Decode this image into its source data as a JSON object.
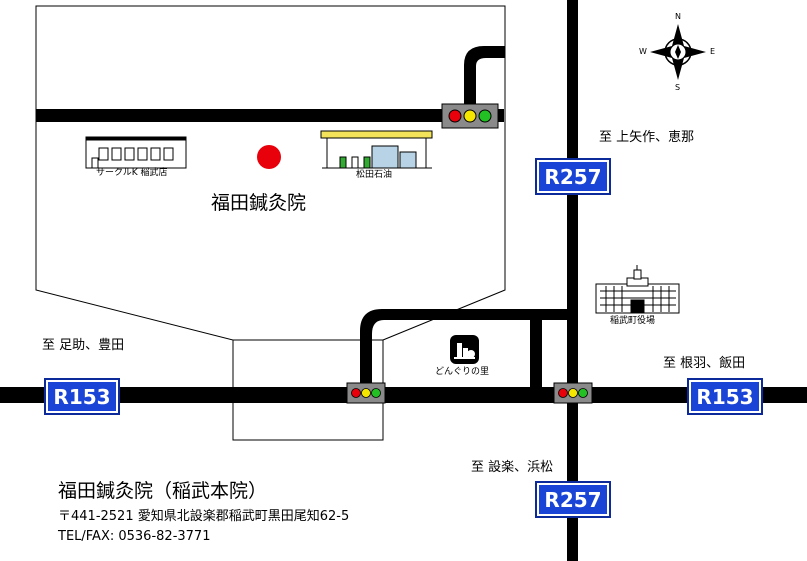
{
  "clinic_marker_label": "福田鍼灸院",
  "landmarks": {
    "circle_k": "サークルK 稲武店",
    "matsuda_oil": "松田石油",
    "town_office": "稲武町役場",
    "donguri": "どんぐりの里"
  },
  "directions": {
    "north": "至 上矢作、恵那",
    "west": "至 足助、豊田",
    "east": "至 根羽、飯田",
    "south": "至 設楽、浜松"
  },
  "routes": {
    "r257_upper": "R257",
    "r257_lower": "R257",
    "r153_left": "R153",
    "r153_right": "R153"
  },
  "compass": {
    "n": "N",
    "s": "S",
    "e": "E",
    "w": "W"
  },
  "info": {
    "name": "福田鍼灸院（稲武本院）",
    "address": "〒441-2521 愛知県北設楽郡稲武町黒田尾知62-5",
    "tel": "TEL/FAX: 0536-82-3771"
  },
  "colors": {
    "road": "#000000",
    "route_sign": "#1a44d6",
    "clinic_marker": "#e8000b",
    "signal_red": "#e8000b",
    "signal_yellow": "#f5e600",
    "signal_green": "#22c022",
    "signal_box": "#8a8a8a"
  }
}
